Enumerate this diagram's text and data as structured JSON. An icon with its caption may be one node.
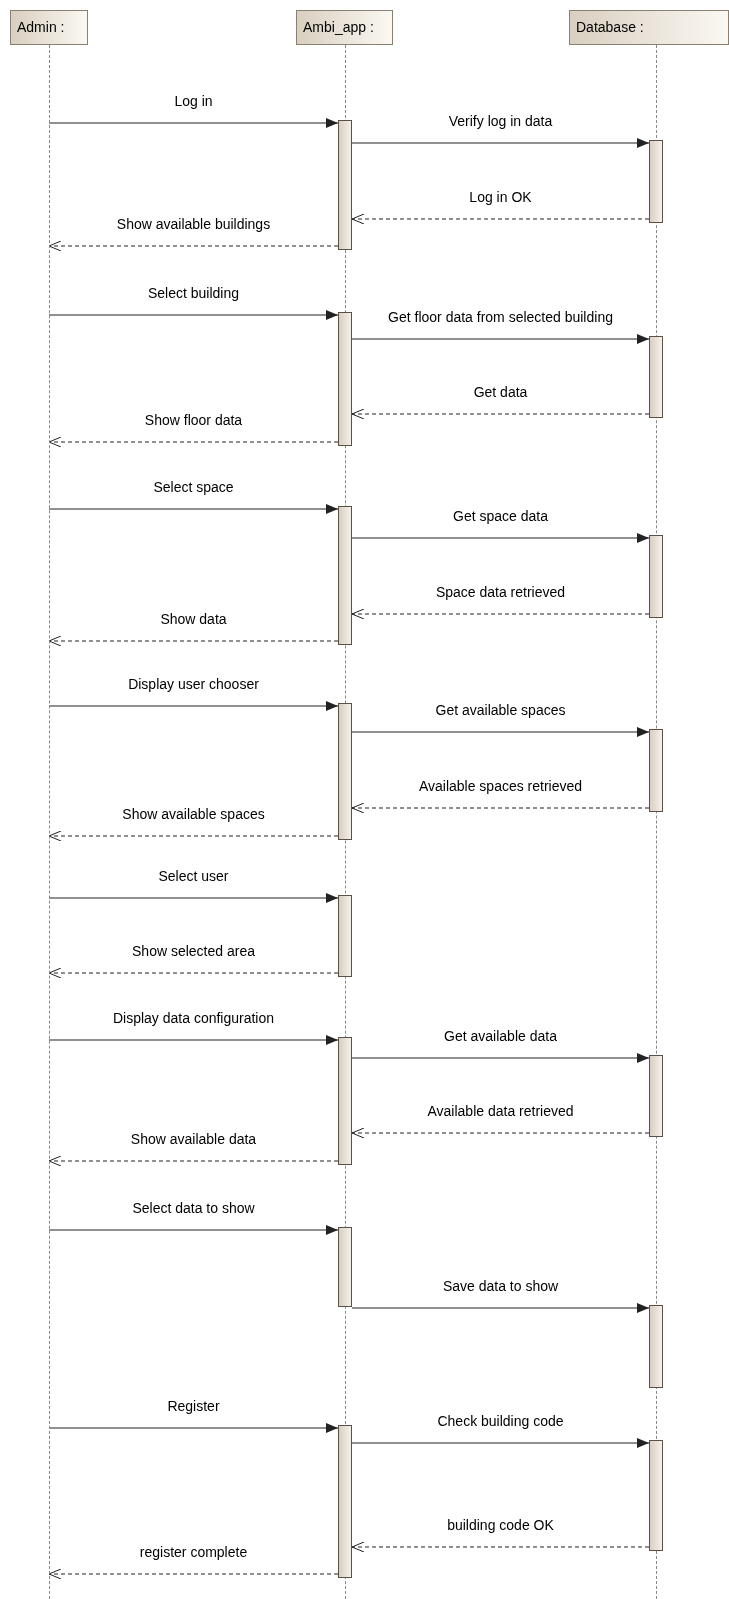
{
  "diagram": {
    "nodes": [
      {
        "text": [
          "Admin :"
        ]
      },
      {
        "text": [
          "Ambi_app :"
        ]
      },
      {
        "text": [
          "Database :"
        ]
      },
      {
        "text": [],
        "shape": "bar"
      },
      {
        "text": [],
        "shape": "bar"
      },
      {
        "text": [],
        "shape": "bar"
      },
      {
        "text": [],
        "shape": "bar"
      },
      {
        "text": [],
        "shape": "bar"
      },
      {
        "text": [],
        "shape": "bar"
      },
      {
        "text": [],
        "shape": "bar"
      },
      {
        "text": [],
        "shape": "bar"
      },
      {
        "text": [],
        "shape": "bar"
      },
      {
        "text": [],
        "shape": "bar"
      },
      {
        "text": [],
        "shape": "bar"
      },
      {
        "text": [],
        "shape": "bar"
      },
      {
        "text": [],
        "shape": "bar"
      },
      {
        "text": [],
        "shape": "bar"
      },
      {
        "text": [],
        "shape": "bar"
      }
    ],
    "edges": [
      {
        "from": null,
        "to": 3,
        "arrow": "to",
        "label": "Log in"
      },
      {
        "from": 3,
        "to": 4,
        "arrow": "to",
        "label": "Verify log in data"
      },
      {
        "from": 4,
        "to": 3,
        "arrow": "to",
        "label": "Log in OK",
        "style": "dashed"
      },
      {
        "from": 3,
        "to": null,
        "arrow": "to",
        "label": "Show available buildings",
        "style": "dashed"
      },
      {
        "from": null,
        "to": 5,
        "arrow": "to",
        "label": "Select building"
      },
      {
        "from": 5,
        "to": 6,
        "arrow": "to",
        "label": "Get floor data from selected building"
      },
      {
        "from": 6,
        "to": 5,
        "arrow": "to",
        "label": "Get data",
        "style": "dashed"
      },
      {
        "from": 5,
        "to": null,
        "arrow": "to",
        "label": "Show floor data",
        "style": "dashed"
      },
      {
        "from": null,
        "to": 7,
        "arrow": "to",
        "label": "Select space"
      },
      {
        "from": 7,
        "to": 8,
        "arrow": "to",
        "label": "Get space data"
      },
      {
        "from": 8,
        "to": 7,
        "arrow": "to",
        "label": "Space data retrieved",
        "style": "dashed"
      },
      {
        "from": 7,
        "to": null,
        "arrow": "to",
        "label": "Show data",
        "style": "dashed"
      },
      {
        "from": null,
        "to": 9,
        "arrow": "to",
        "label": "Display user chooser"
      },
      {
        "from": 9,
        "to": 10,
        "arrow": "to",
        "label": "Get available spaces"
      },
      {
        "from": 10,
        "to": 9,
        "arrow": "to",
        "label": "Available spaces retrieved",
        "style": "dashed"
      },
      {
        "from": 9,
        "to": null,
        "arrow": "to",
        "label": "Show available spaces",
        "style": "dashed"
      },
      {
        "from": null,
        "to": 11,
        "arrow": "to",
        "label": "Select user"
      },
      {
        "from": 11,
        "to": null,
        "arrow": "to",
        "label": "Show selected area",
        "style": "dashed"
      },
      {
        "from": null,
        "to": 12,
        "arrow": "to",
        "label": "Display data configuration"
      },
      {
        "from": 12,
        "to": 13,
        "arrow": "to",
        "label": "Get available data"
      },
      {
        "from": 13,
        "to": 12,
        "arrow": "to",
        "label": "Available data retrieved",
        "style": "dashed"
      },
      {
        "from": 12,
        "to": null,
        "arrow": "to",
        "label": "Show available data",
        "style": "dashed"
      },
      {
        "from": null,
        "to": 14,
        "arrow": "to",
        "label": "Select data to show"
      },
      {
        "from": 14,
        "to": 15,
        "arrow": "to",
        "label": "Save data to show"
      },
      {
        "from": null,
        "to": 16,
        "arrow": "to",
        "label": "Register"
      },
      {
        "from": 16,
        "to": 17,
        "arrow": "to",
        "label": "Check building code"
      },
      {
        "from": 17,
        "to": 16,
        "arrow": "to",
        "label": "building code OK",
        "style": "dashed"
      },
      {
        "from": 16,
        "to": null,
        "arrow": "to",
        "label": "register complete",
        "style": "dashed"
      }
    ]
  }
}
